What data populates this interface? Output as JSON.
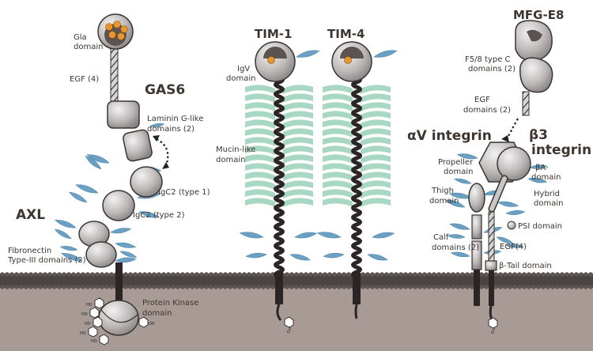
{
  "colors": {
    "background": "#ffffff",
    "cytoplasm": "#a89a95",
    "membrane": "#4a4443",
    "domain_fill": "#c9c6c6",
    "domain_stroke": "#3a3533",
    "glycan": "#6aa0c4",
    "mucin": "#9fd3bd",
    "gla_dot": "#e8952b",
    "label": "#3d3530"
  },
  "labels": {
    "gas6": "GAS6",
    "gla": [
      "Gla",
      "domain"
    ],
    "egf4_gas6": "EGF (4)",
    "laminin": [
      "Laminin G-like",
      "domains (2)"
    ],
    "axl": "AXL",
    "igc2_1": "IgC2 (type 1)",
    "igc2_2": "IgC2 (type 2)",
    "fibronectin": [
      "Fibronectin",
      "Type-III domains (2)"
    ],
    "kinase": [
      "Protein Kinase",
      "domain"
    ],
    "tim1": "TIM-1",
    "tim4": "TIM-4",
    "igv": [
      "IgV",
      "domain"
    ],
    "mucin": [
      "Mucin-like",
      "domain"
    ],
    "mfge8": "MFG-E8",
    "f58": [
      "F5/8 type C",
      "domains (2)"
    ],
    "egf_mfg": [
      "EGF",
      "domains (2)"
    ],
    "alphav": "αV integrin",
    "beta3": [
      "β3",
      "integrin"
    ],
    "propeller": [
      "Propeller",
      "domain"
    ],
    "betaA": [
      "βA-",
      "domain"
    ],
    "thigh": [
      "Thigh",
      "domain"
    ],
    "hybrid": [
      "Hybrid",
      "domain"
    ],
    "psi": "PSI domain",
    "calf": [
      "Calf",
      "domains (2)"
    ],
    "egf4_int": "EGF(4)",
    "btail": "β-Tail domain",
    "ho": "HO",
    "oh": "OH"
  }
}
